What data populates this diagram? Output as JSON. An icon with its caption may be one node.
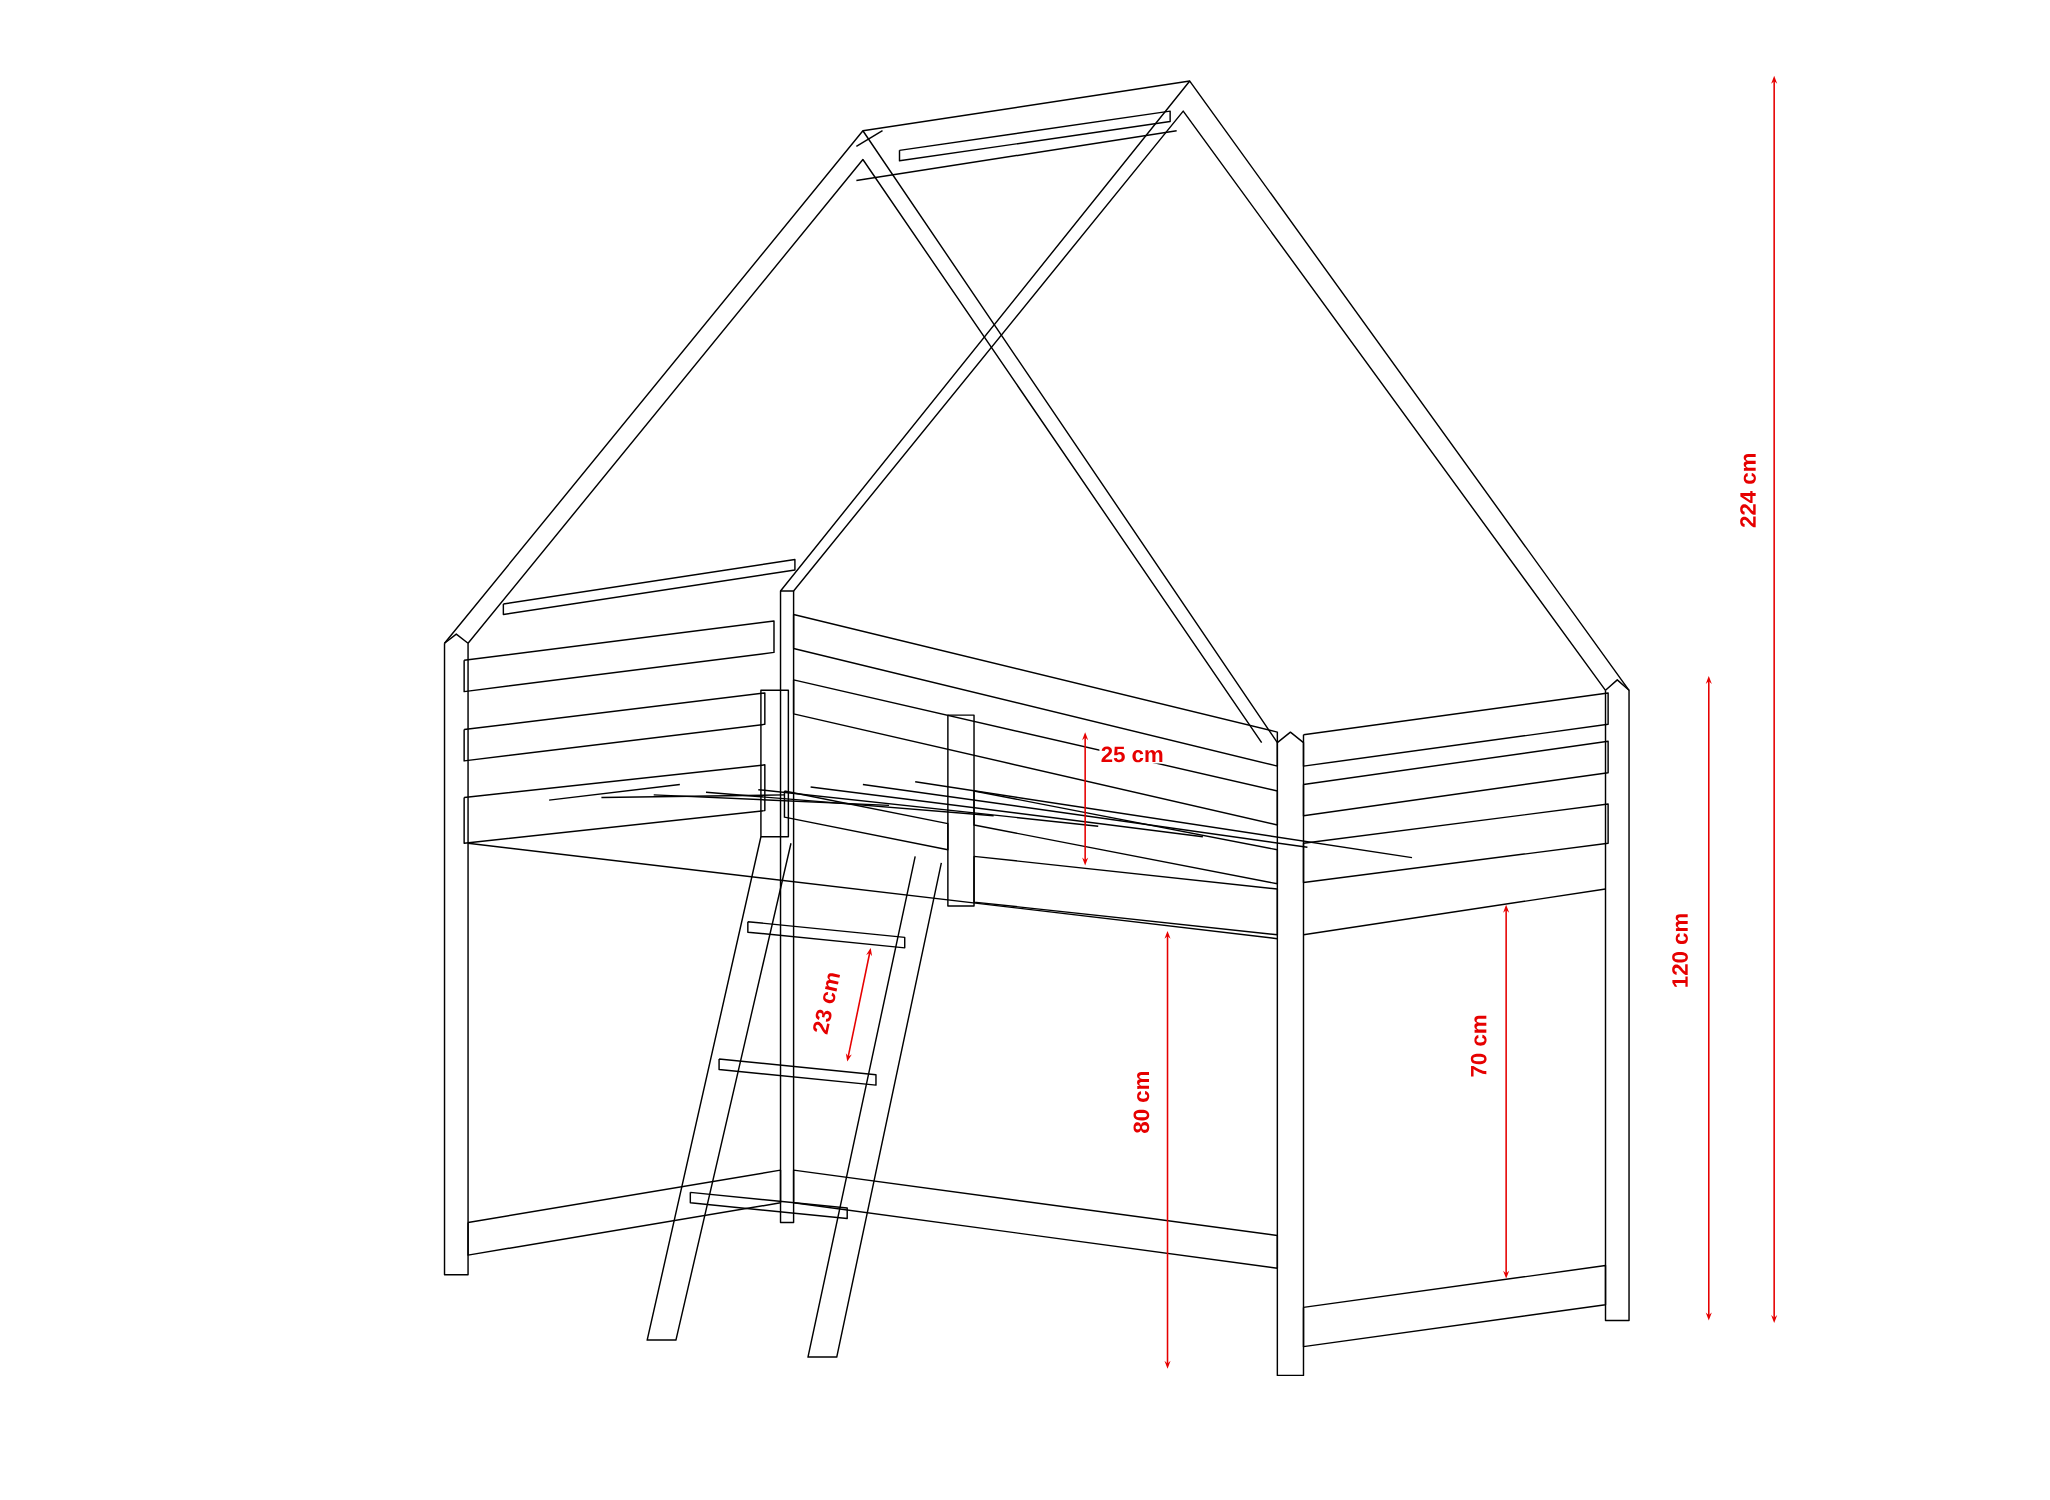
{
  "diagram": {
    "labels": [
      "224 cm",
      "25 cm",
      "120 cm",
      "23 cm",
      "70 cm",
      "80 cm"
    ]
  }
}
